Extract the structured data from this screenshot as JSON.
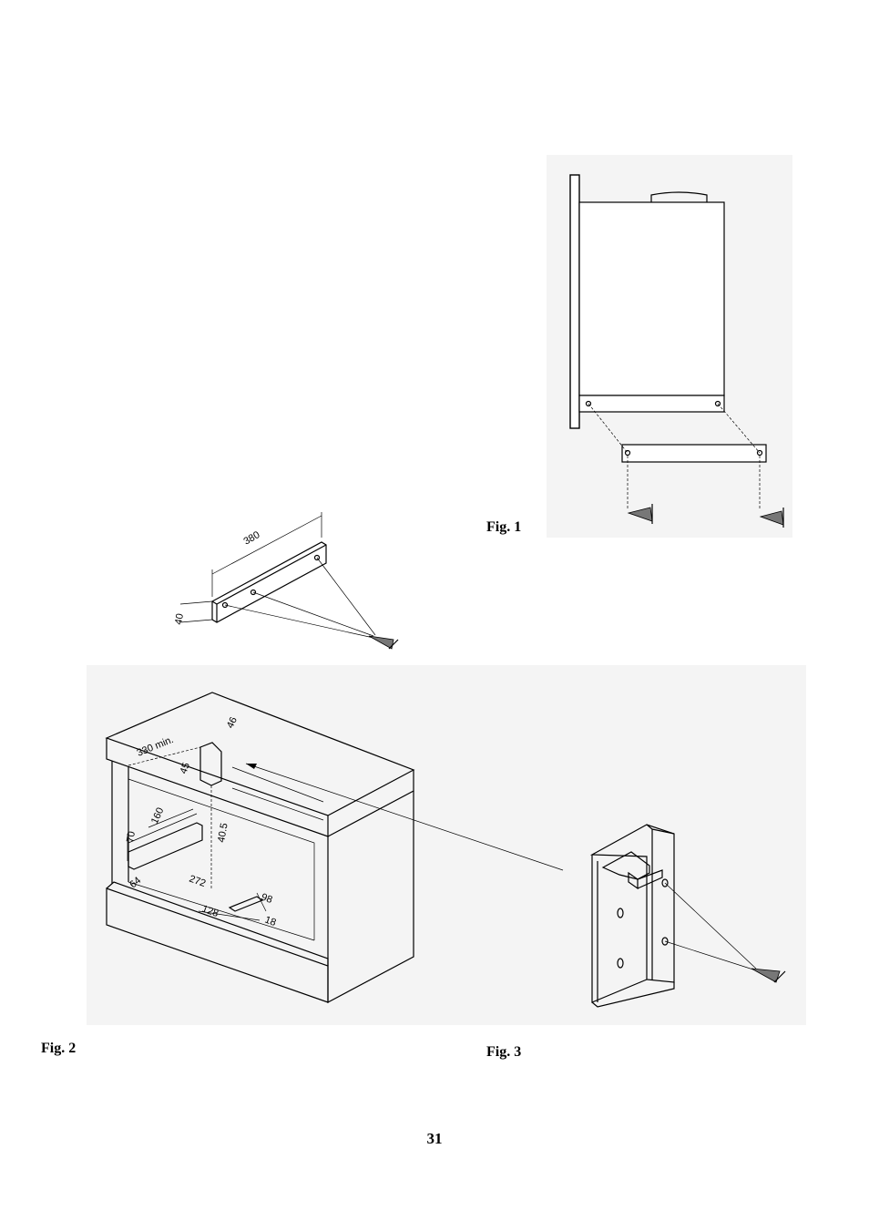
{
  "figures": {
    "fig1": {
      "label": "Fig. 1"
    },
    "fig2": {
      "label": "Fig. 2",
      "dims": {
        "d380": "380",
        "d40": "40",
        "d330min": "330 min.",
        "d46": "46",
        "d45": "45",
        "d160": "160",
        "d70": "70",
        "d405": "40.5",
        "d64": "64",
        "d272": "272",
        "d128": "128",
        "d98": "98",
        "d18": "18"
      }
    },
    "fig3": {
      "label": "Fig. 3"
    }
  },
  "page": {
    "number": "31"
  }
}
